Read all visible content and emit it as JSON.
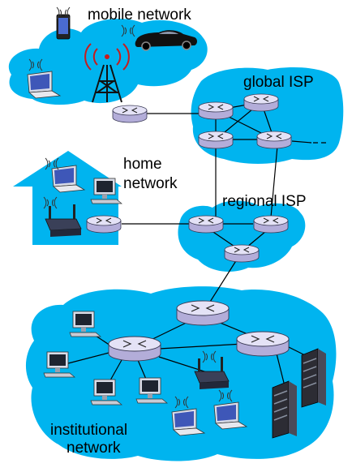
{
  "regions": {
    "mobile": {
      "label": "mobile network"
    },
    "global": {
      "label": "global ISP"
    },
    "home": {
      "label_line1": "home",
      "label_line2": "network"
    },
    "regional": {
      "label": "regional ISP"
    },
    "institutional": {
      "label_line1": "institutional",
      "label_line2": "network"
    }
  },
  "colors": {
    "cloud": "#00B4EF",
    "router_top": "#E4E2F6",
    "router_side": "#B3ADD9",
    "router_edge": "#3A3A55",
    "laptop_screen": "#3E57B8",
    "server": "#2C2C34"
  }
}
